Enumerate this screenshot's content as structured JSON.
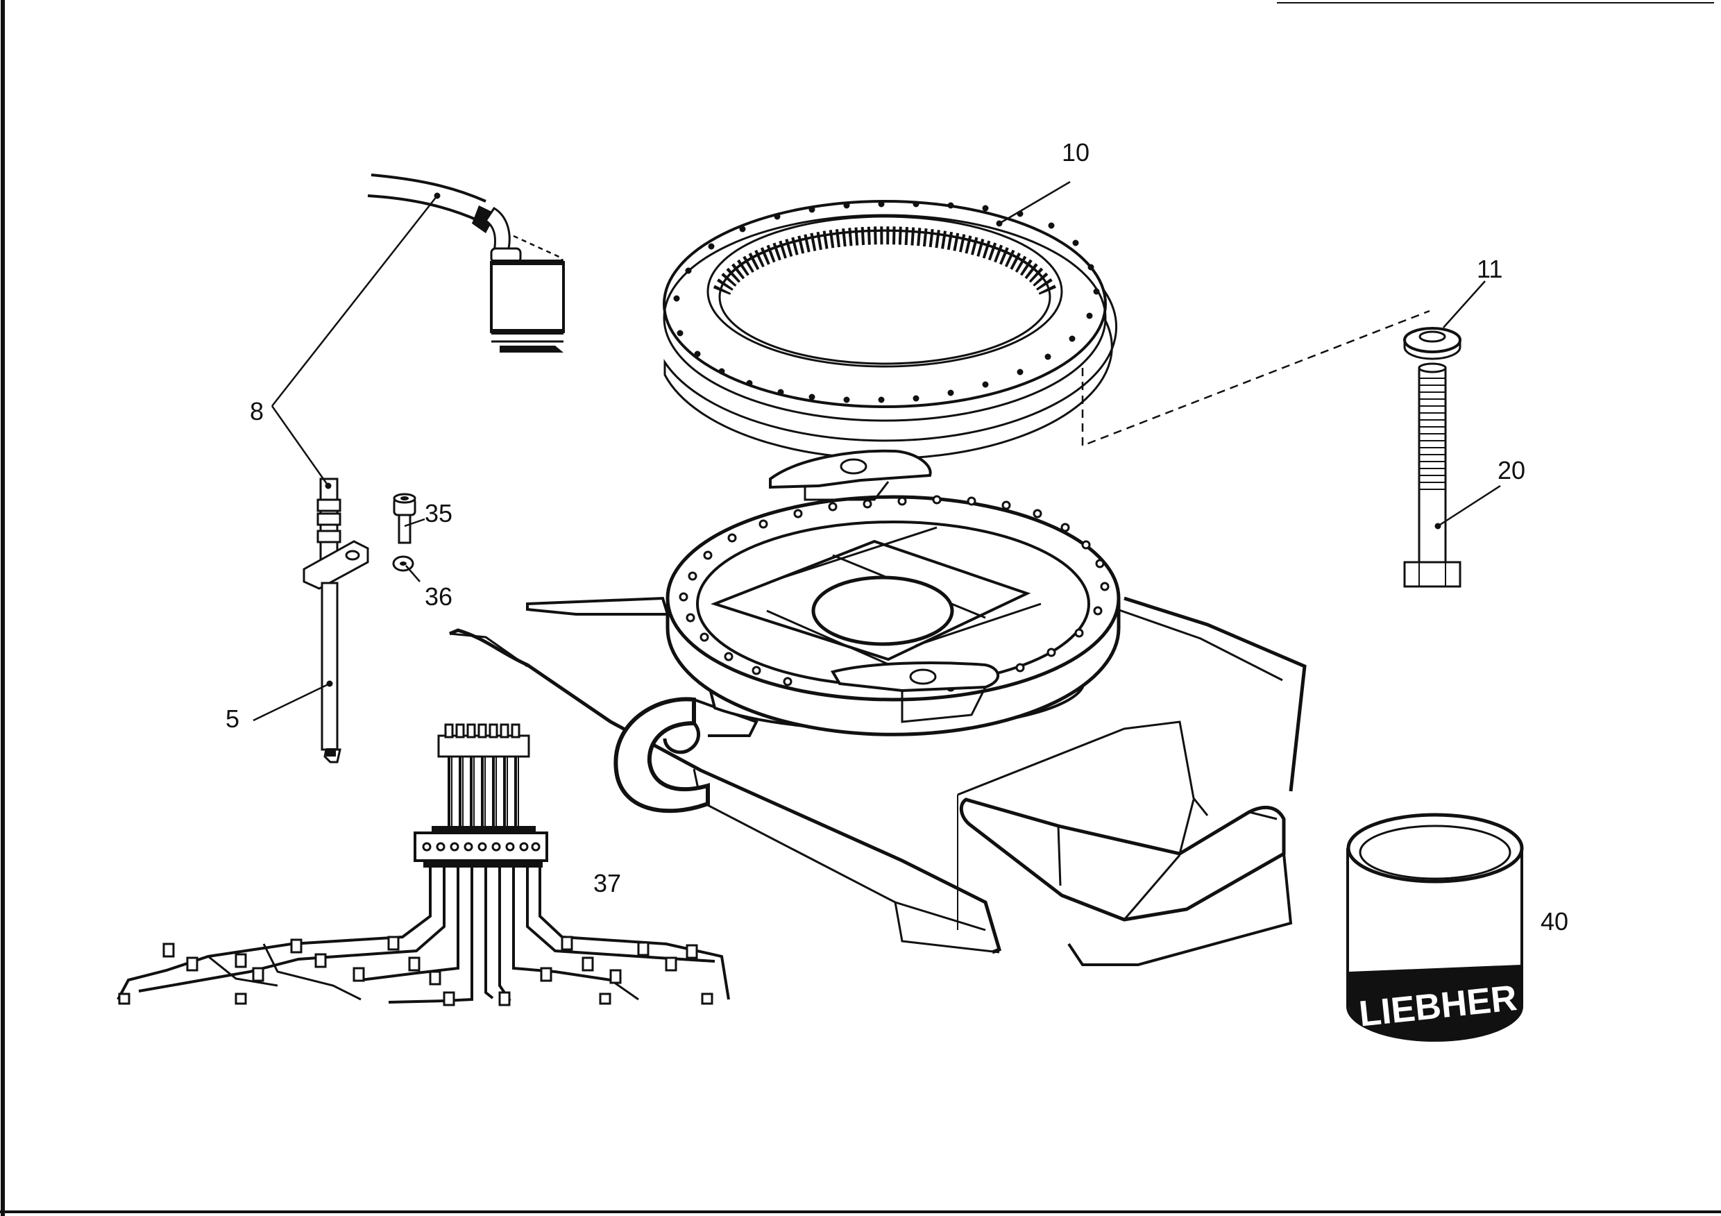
{
  "figure": {
    "background": "#ffffff",
    "ink": "#111111",
    "brand_logo_text": "LIEBHER"
  },
  "callouts": {
    "c5": "5",
    "c8": "8",
    "c10": "10",
    "c11": "11",
    "c20": "20",
    "c35": "35",
    "c36": "36",
    "c37": "37",
    "c40": "40"
  }
}
